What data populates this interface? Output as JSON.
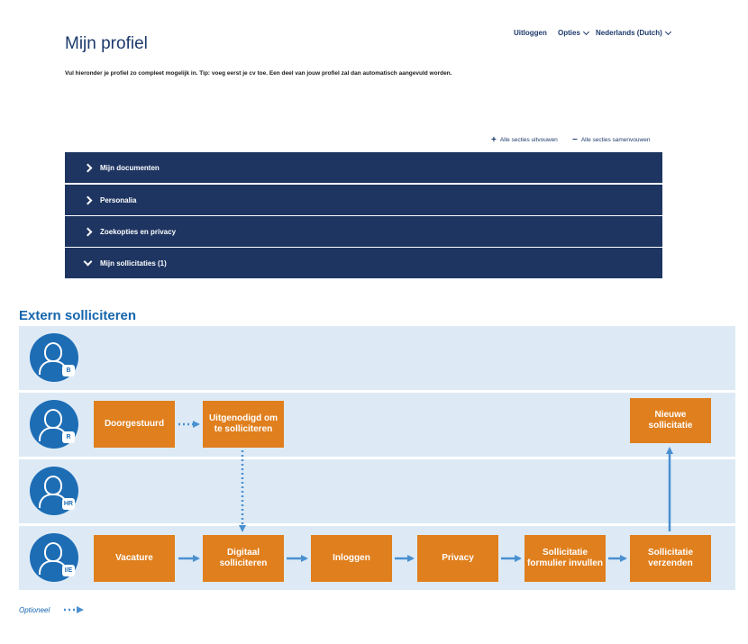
{
  "page": {
    "title": "Mijn profiel",
    "intro": "Vul hieronder je profiel zo compleet mogelijk in. Tip: voeg eerst je cv toe. Een deel van jouw profiel zal dan automatisch aangevuld worden."
  },
  "topnav": {
    "logout": "Uitloggen",
    "options": "Opties",
    "language": "Nederlands (Dutch)"
  },
  "sections": {
    "expand_all": "Alle secties uitvouwen",
    "collapse_all": "Alle secties samenvouwen",
    "items": [
      {
        "label": "Mijn documenten",
        "expanded": false
      },
      {
        "label": "Personalia",
        "expanded": false
      },
      {
        "label": "Zoekopties en privacy",
        "expanded": false
      },
      {
        "label": "Mijn sollicitaties (1)",
        "expanded": true
      }
    ]
  },
  "diagram": {
    "title": "Extern solliciteren",
    "lanes": [
      {
        "tag": "B"
      },
      {
        "tag": "R"
      },
      {
        "tag": "HR"
      },
      {
        "tag": "I/E"
      }
    ],
    "boxes": {
      "doorgestuurd": "Doorgestuurd",
      "uitgenodigd": "Uitgenodigd om te solliciteren",
      "nieuwe": "Nieuwe sollicitatie",
      "vacature": "Vacature",
      "digitaal": "Digitaal solliciteren",
      "inloggen": "Inloggen",
      "privacy": "Privacy",
      "formulier": "Sollicitatie formulier invullen",
      "verzenden": "Sollicitatie verzenden"
    },
    "legend": "Optioneel",
    "colors": {
      "box": "#e07f1d",
      "lane": "#ddeaf6",
      "accent": "#1d6db5",
      "navy": "#1e3561"
    }
  }
}
